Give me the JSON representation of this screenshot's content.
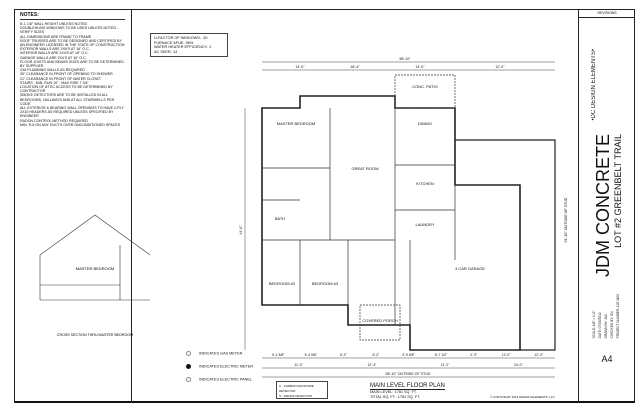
{
  "notes": {
    "heading": "NOTES:",
    "items": [
      "8'-1 1/8\" wall height unless noted",
      "doublehung windows to be used unless noted - verify sizes",
      "all dimensions are frame to frame",
      "roof trusses are to be designed and certified by an engineer licensed in the state of construction",
      "exterior walls are 2x6's at 16\" o.c.",
      "interior walls are 2x4's at 16\" o.c.",
      "garage walls are 2x4's at 16\" o.c.",
      "floor joists and beams sizes are to be determined by supplier",
      "2x6 plumbing walls as required",
      "30\" clearance in front of opening to shower",
      "21\" clearance in front of water closet",
      "stairs : min. run 10\" : max rise 7 3/4\"",
      "location of attic access to be determined by contractor",
      "smoke detectors are to be installed in all bedrooms, hallways and at all stairwells per code",
      "all exterior & bearing wall openings to have 2-ply 2x10 headers as required unless specified by engineer",
      "radon control method required",
      "min. r-8 on any ducts over unconditioned spaces"
    ]
  },
  "energy": [
    "U-FACTOR OF WINDOWS- .30",
    "FURNACE AFUE- 96%",
    "WATER HEATER EFFICIENCY- 1",
    "AC SEER- 14"
  ],
  "rooms": {
    "master": "MASTER BEDROOM",
    "great": "GREAT ROOM",
    "dining": "DINING",
    "kitchen": "KITCHEN",
    "laundry": "LAUNDRY",
    "bed2": "BEDROOM #2",
    "bed3": "BEDROOM #3",
    "bath": "BATH",
    "porch": "COVERED PORCH",
    "garage": "3 CAR GARAGE",
    "patio": "CONC. PATIO",
    "section": "MASTER BEDROOM",
    "section_caption": "CROSS SECTION THRU MASTER BEDROOM"
  },
  "dims": {
    "top": [
      "14'-0\"",
      "18'-4\"",
      "14'-0\"",
      "12'-0\""
    ],
    "top_overall": "58'-10\"",
    "bottom1": [
      "5'-1 5/8\"",
      "5'-4 5/8\"",
      "6'-2\"",
      "6'-2\"",
      "3'-9 5/8\"",
      "6'-7 1/2\"",
      "2'-3\"",
      "12'-0\"",
      "12'-0\""
    ],
    "bottom2": [
      "11'-4\"",
      "12'-4\"",
      "11'-2\"",
      "24'-0\""
    ],
    "bottom_overall": "58'-10\" OUTSIDE OF STUD",
    "side": "44'-0\"",
    "right": "51'-10\" OUTSIDE OF STUD"
  },
  "legend": [
    "INDICATES GAS METER",
    "INDICATES ELECTRIC METER",
    "INDICATES ELECTRIC PANEL"
  ],
  "detectors": [
    "C - CARBON MONOXIDE DETECTOR",
    "S - SMOKE DETECTOR"
  ],
  "plan_title": "MAIN LEVEL FLOOR PLAN",
  "area": [
    "MAIN LEVEL:    1781 SQ. FT.",
    "TOTAL SQ. FT.:  1781 SQ. FT."
  ],
  "copyright": "© COPYRIGHT 2012 DESIGN ELEMENTS, LLC",
  "titleblock": {
    "revisions": "REVISIONS",
    "firm": "•DC DESIGN ELEMENTS•",
    "client": "JDM CONCRETE",
    "project": "LOT #2 GREENBELT TRAIL",
    "scale": "SCALE: 1/8\" = 1'-0\"",
    "date": "DATE: 07/09/2012",
    "drawn": "DRAWN BY: JAC",
    "checked": "CHECKED BY: DN",
    "project_no": "PROJECT NUMBER: 125 1102",
    "sheet": "A4"
  }
}
